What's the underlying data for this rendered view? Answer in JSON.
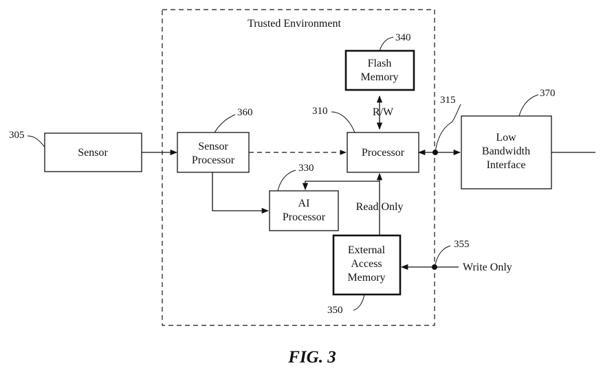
{
  "boundary": {
    "title": "Trusted Environment"
  },
  "blocks": {
    "sensor": {
      "label": "Sensor",
      "ref": "305"
    },
    "sensor_processor": {
      "line1": "Sensor",
      "line2": "Processor",
      "ref": "360"
    },
    "processor": {
      "label": "Processor",
      "ref": "310"
    },
    "flash_memory": {
      "line1": "Flash",
      "line2": "Memory",
      "ref": "340"
    },
    "ai_processor": {
      "line1": "AI",
      "line2": "Processor",
      "ref": "330"
    },
    "external_memory": {
      "line1": "External",
      "line2": "Access",
      "line3": "Memory",
      "ref": "350"
    },
    "low_bandwidth": {
      "line1": "Low",
      "line2": "Bandwidth",
      "line3": "Interface",
      "ref": "370"
    }
  },
  "nodes": {
    "output_node_ref": "315",
    "write_node_ref": "355"
  },
  "edge_labels": {
    "rw": "R/W",
    "read_only": "Read Only",
    "write_only": "Write Only"
  },
  "caption": "FIG. 3"
}
